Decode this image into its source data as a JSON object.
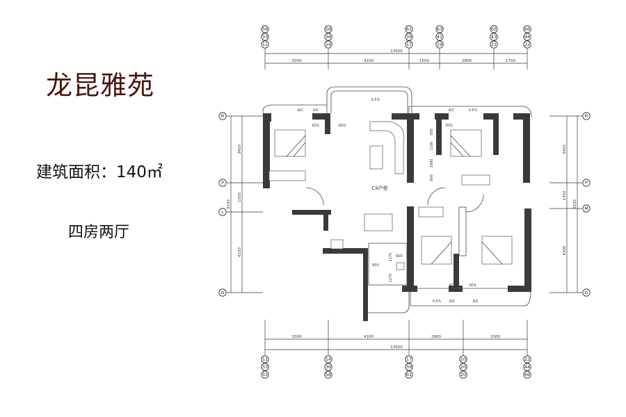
{
  "title": "龙昆雅苑",
  "area": "建筑面积：140㎡",
  "layout": "四房两厅",
  "plan": {
    "unit_label": "C4户型",
    "top_axes": [
      [
        "56",
        "33",
        "11"
      ],
      [
        "58",
        "36",
        "14"
      ],
      [
        "61",
        "39",
        "17"
      ],
      [
        "63",
        "41",
        "19"
      ],
      [
        "65",
        "43",
        "21"
      ],
      [
        "66",
        "44",
        "22"
      ]
    ],
    "top_total": "13500",
    "top_dims": [
      "3300",
      "4100",
      "1550",
      "2800",
      "1750"
    ],
    "bottom_axes": [
      [
        "11",
        "33",
        "55"
      ],
      [
        "14",
        "36",
        "58"
      ],
      [
        "17",
        "39",
        "61"
      ],
      [
        "20",
        "20",
        "20"
      ],
      [
        "22",
        "44",
        "66"
      ]
    ],
    "bottom_total": "13500",
    "bottom_dims": [
      "3300",
      "4100",
      "2800",
      "3300"
    ],
    "left_axes": [
      "R",
      "P",
      "L",
      "G"
    ],
    "left_dims": [
      "3450",
      "1500",
      "4150"
    ],
    "left_total": "9100",
    "right_axes": [
      "R",
      "P",
      "M",
      "G"
    ],
    "right_dims": [
      "3450",
      "1350",
      "4300"
    ],
    "right_total": "9100",
    "ac_label": "A/C",
    "slope": "0.5%",
    "door_kd1": "KD1",
    "door_kd2": "KD2",
    "bath_dims": [
      "500",
      "1100",
      "1000",
      "600"
    ],
    "kitchen_dims": [
      "1175",
      "1175",
      "600",
      "600"
    ]
  }
}
